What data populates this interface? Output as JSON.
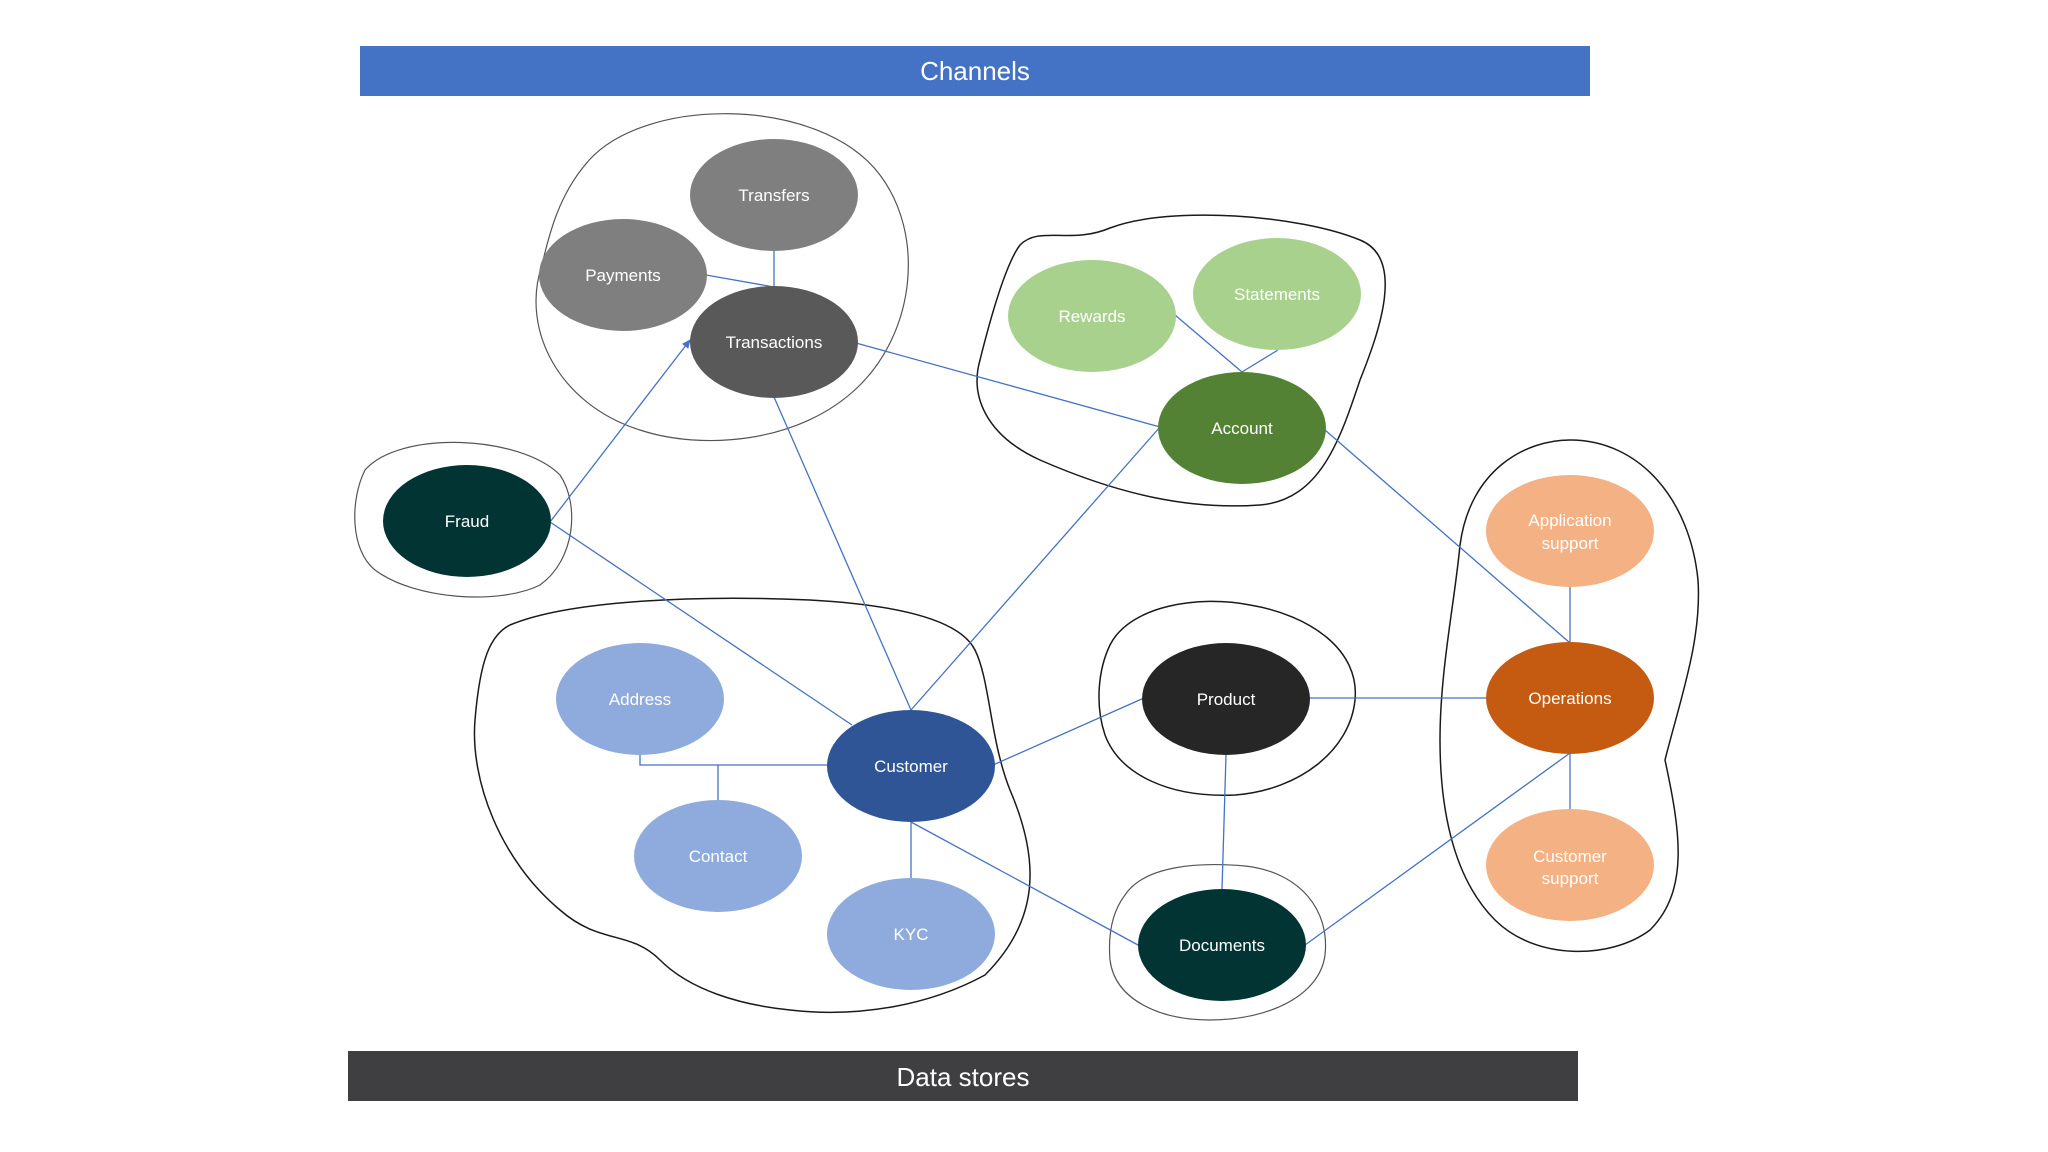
{
  "header_bar": {
    "label": "Channels",
    "color": "#4472C4"
  },
  "footer_bar": {
    "label": "Data stores",
    "color": "#3F3F41"
  },
  "nodes": {
    "transfers": {
      "line1": "Transfers",
      "line2": "",
      "fill": "#7F7F7F",
      "text_color": "#FFFFFF"
    },
    "payments": {
      "line1": "Payments",
      "line2": "",
      "fill": "#7F7F7F",
      "text_color": "#FFFFFF"
    },
    "transactions": {
      "line1": "Transactions",
      "line2": "",
      "fill": "#595959",
      "text_color": "#FFFFFF"
    },
    "rewards": {
      "line1": "Rewards",
      "line2": "",
      "fill": "#A9D18E",
      "text_color": "#FFFFFF"
    },
    "statements": {
      "line1": "Statements",
      "line2": "",
      "fill": "#A9D18E",
      "text_color": "#FFFFFF"
    },
    "account": {
      "line1": "Account",
      "line2": "",
      "fill": "#548235",
      "text_color": "#FFFFFF"
    },
    "fraud": {
      "line1": "Fraud",
      "line2": "",
      "fill": "#033434",
      "text_color": "#FFFFFF"
    },
    "address": {
      "line1": "Address",
      "line2": "",
      "fill": "#8FAADC",
      "text_color": "#FFFFFF"
    },
    "customer": {
      "line1": "Customer",
      "line2": "",
      "fill": "#2F5597",
      "text_color": "#FFFFFF"
    },
    "contact": {
      "line1": "Contact",
      "line2": "",
      "fill": "#8FAADC",
      "text_color": "#FFFFFF"
    },
    "kyc": {
      "line1": "KYC",
      "line2": "",
      "fill": "#8FAADC",
      "text_color": "#FFFFFF"
    },
    "product": {
      "line1": "Product",
      "line2": "",
      "fill": "#262626",
      "text_color": "#FFFFFF"
    },
    "documents": {
      "line1": "Documents",
      "line2": "",
      "fill": "#033434",
      "text_color": "#FFFFFF"
    },
    "application_support": {
      "line1": "Application",
      "line2": "support",
      "fill": "#F4B183",
      "text_color": "#FFFFFF"
    },
    "operations": {
      "line1": "Operations",
      "line2": "",
      "fill": "#C55A11",
      "text_color": "#FFFFFF"
    },
    "customer_support": {
      "line1": "Customer",
      "line2": "support",
      "fill": "#F4B183",
      "text_color": "#FFFFFF"
    }
  },
  "connectors": [
    {
      "from": "Payments",
      "to": "Transactions"
    },
    {
      "from": "Transfers",
      "to": "Transactions"
    },
    {
      "from": "Transactions",
      "to": "Account"
    },
    {
      "from": "Transactions",
      "to": "Customer"
    },
    {
      "from": "Fraud",
      "to": "Transactions",
      "arrow": true
    },
    {
      "from": "Fraud",
      "to": "Customer"
    },
    {
      "from": "Rewards",
      "to": "Account"
    },
    {
      "from": "Statements",
      "to": "Account"
    },
    {
      "from": "Account",
      "to": "Customer"
    },
    {
      "from": "Account",
      "to": "Operations"
    },
    {
      "from": "Address",
      "to": "Customer"
    },
    {
      "from": "Contact",
      "to": "Customer"
    },
    {
      "from": "KYC",
      "to": "Customer"
    },
    {
      "from": "Customer",
      "to": "Product"
    },
    {
      "from": "Customer",
      "to": "Documents"
    },
    {
      "from": "Product",
      "to": "Documents"
    },
    {
      "from": "Product",
      "to": "Operations"
    },
    {
      "from": "Application support",
      "to": "Operations"
    },
    {
      "from": "Customer support",
      "to": "Operations"
    },
    {
      "from": "Documents",
      "to": "Operations"
    }
  ],
  "colors": {
    "connector": "#4472C4",
    "cluster_outline": "#1A1A1A"
  }
}
